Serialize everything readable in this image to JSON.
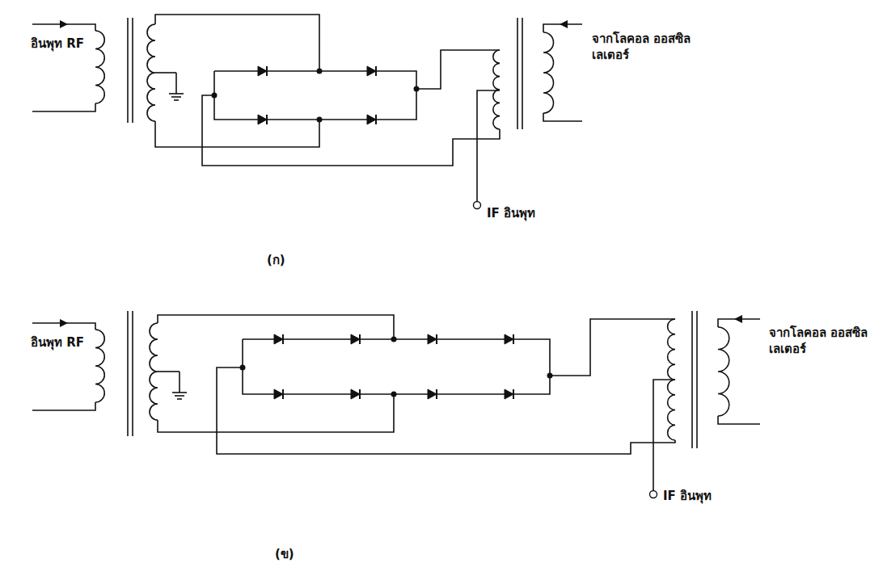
{
  "diagram": {
    "labels": [
      "อินพุท RF",
      "จากโลคอล ออสซิลเลเตอร์",
      "IF อินพุท",
      "(ก)",
      "อินพุท RF",
      "จากโลคอล ออสซิลเลเตอร์",
      "IF อินพุท",
      "(ข)"
    ]
  }
}
